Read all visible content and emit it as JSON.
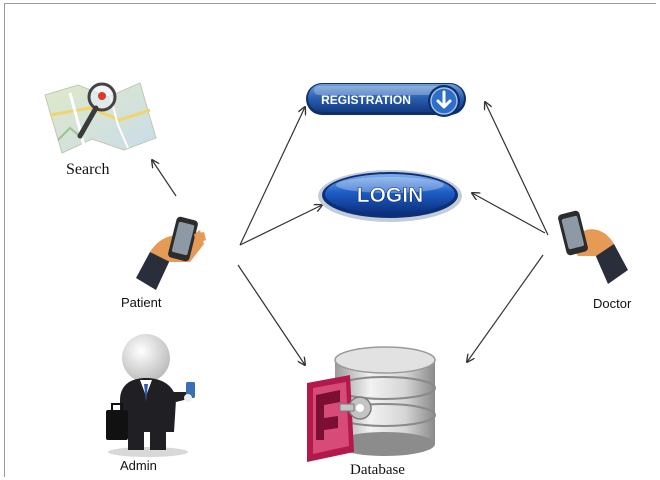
{
  "nodes": {
    "search": {
      "label": "Search"
    },
    "registration": {
      "label": "REGISTRATION"
    },
    "login": {
      "label": "LOGIN"
    },
    "patient": {
      "label": "Patient"
    },
    "doctor": {
      "label": "Doctor"
    },
    "admin": {
      "label": "Admin"
    },
    "database": {
      "label": "Database"
    }
  },
  "edges": [
    {
      "from": "patient",
      "to": "search"
    },
    {
      "from": "patient",
      "to": "registration"
    },
    {
      "from": "patient",
      "to": "login"
    },
    {
      "from": "patient",
      "to": "database"
    },
    {
      "from": "doctor",
      "to": "registration"
    },
    {
      "from": "doctor",
      "to": "login"
    },
    {
      "from": "doctor",
      "to": "database"
    }
  ],
  "icons": {
    "search": "map-magnifier-icon",
    "patient": "hand-phone-icon",
    "doctor": "hand-phone-icon",
    "admin": "businessman-figure-icon",
    "database": "database-stack-icon",
    "registration": "download-arrow-icon"
  },
  "colors": {
    "button_blue": "#1f56a8",
    "button_dark": "#0e2f6e",
    "arrow": "#333333",
    "access_red": "#b3194a"
  }
}
